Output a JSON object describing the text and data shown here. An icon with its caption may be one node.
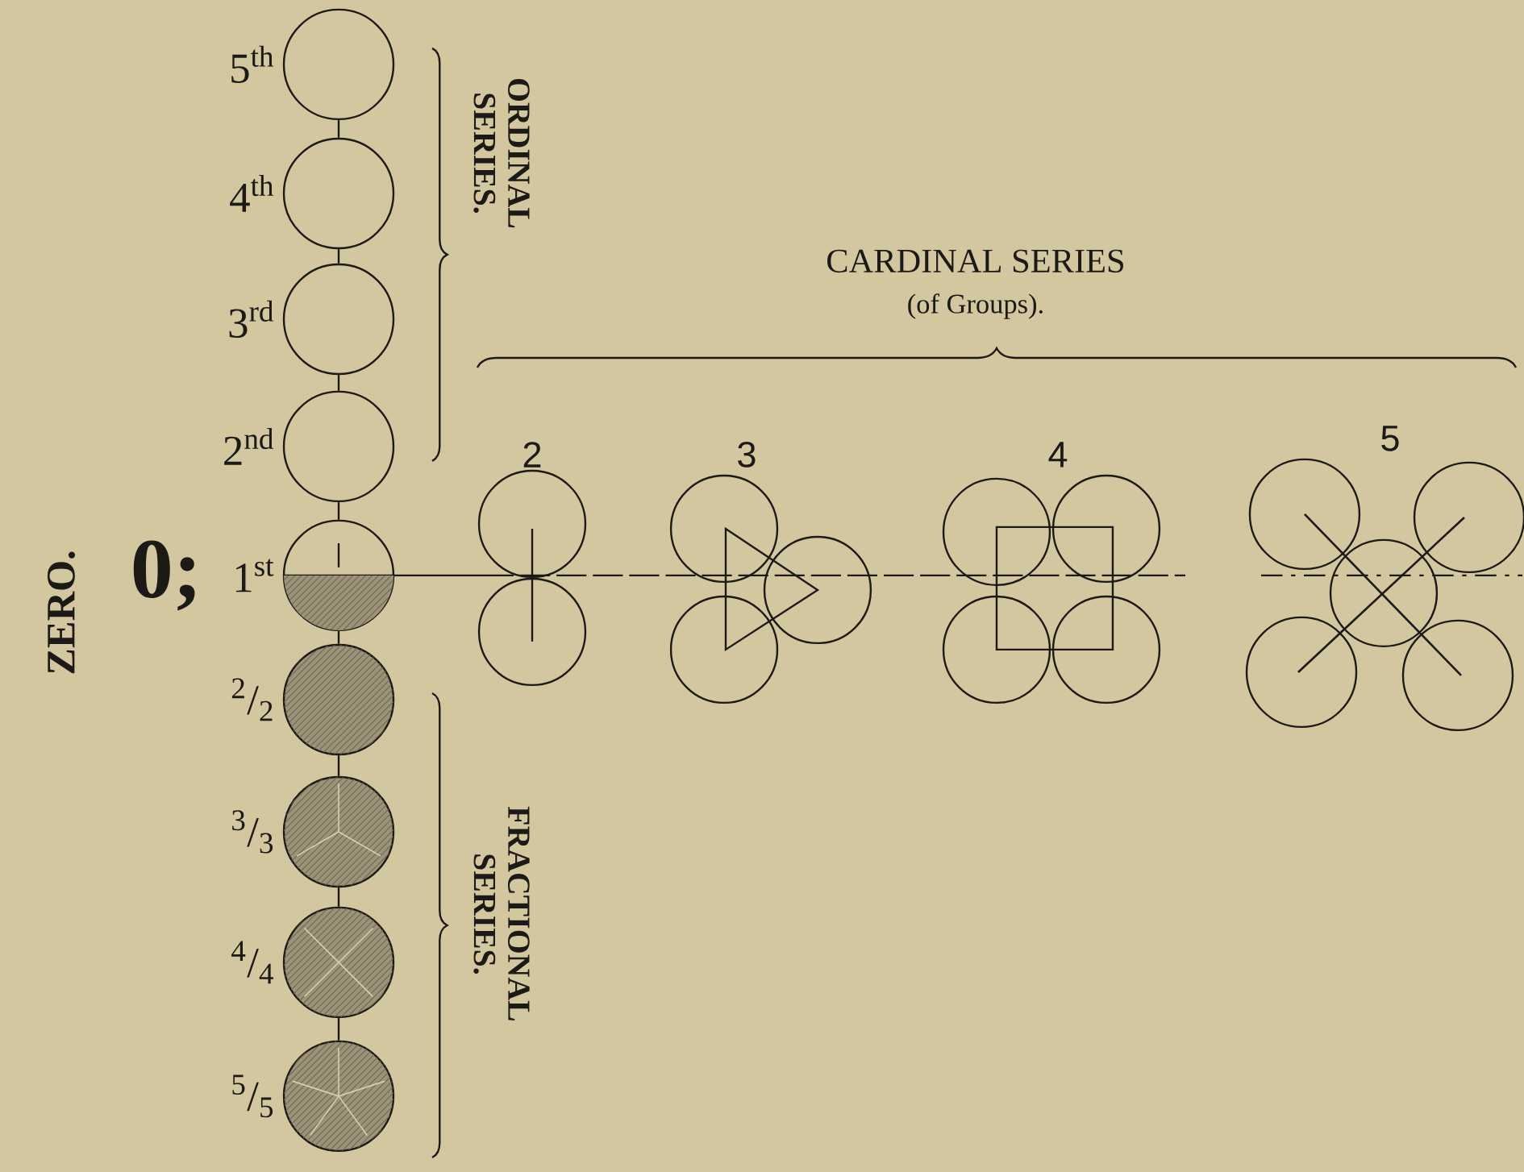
{
  "diagram": {
    "nodes": [
      {
        "text": [],
        "shape": "circle",
        "beside": [
          "5$^{th}$"
        ]
      },
      {
        "text": [],
        "shape": "circle",
        "beside": [
          "4$^{th}$"
        ]
      },
      {
        "text": [],
        "shape": "circle",
        "beside": [
          "3$^{rd}$"
        ]
      },
      {
        "text": [],
        "shape": "circle",
        "beside": [
          "2$^{nd}$"
        ]
      },
      {
        "text": [],
        "shape": "circle",
        "beside": [
          "1$^{st}$"
        ]
      },
      {
        "text": [],
        "shape": "circle",
        "beside": [
          "$^{2}$/$_{2}$"
        ]
      },
      {
        "text": [],
        "shape": "circle",
        "beside": [
          "$^{3}$/$_{3}$"
        ]
      },
      {
        "text": [],
        "shape": "circle",
        "beside": [
          "$^{4}$/$_{4}$"
        ]
      },
      {
        "text": [],
        "shape": "circle",
        "beside": [
          "$^{5}$/$_{5}$"
        ]
      }
    ],
    "edges": [
      {
        "from": 0,
        "to": 1,
        "arrow": "none"
      },
      {
        "from": 1,
        "to": 2,
        "arrow": "none"
      },
      {
        "from": 2,
        "to": 3,
        "arrow": "none"
      },
      {
        "from": 3,
        "to": 4,
        "arrow": "none"
      },
      {
        "from": 4,
        "to": 5,
        "arrow": "none"
      },
      {
        "from": 5,
        "to": 6,
        "arrow": "none"
      },
      {
        "from": 6,
        "to": 7,
        "arrow": "none"
      },
      {
        "from": 7,
        "to": 8,
        "arrow": "none"
      }
    ],
    "labels": [
      "ZERO.",
      "0;",
      "ORDINAL SERIES.",
      "CARDINAL SERIES",
      "(of Groups).",
      "2",
      "3",
      "4",
      "5",
      "FRACTIONAL SERIES."
    ]
  }
}
